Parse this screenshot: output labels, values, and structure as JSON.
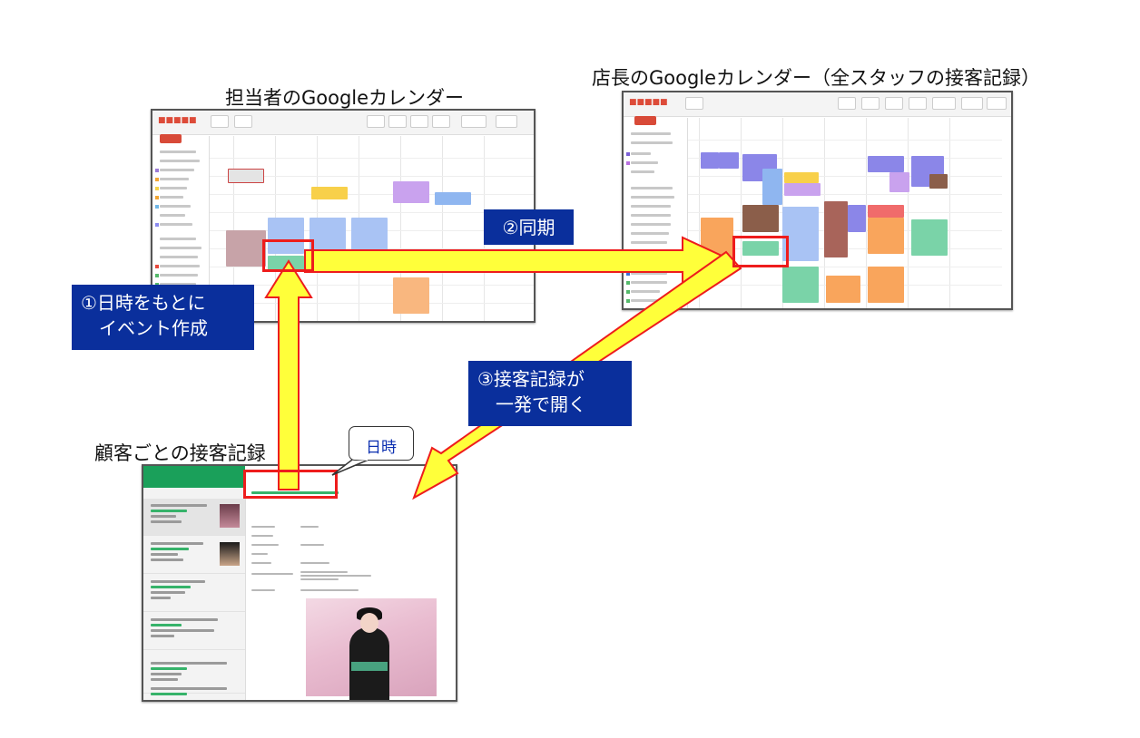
{
  "titles": {
    "staff_calendar": "担当者のGoogleカレンダー",
    "manager_calendar": "店長のGoogleカレンダー（全スタッフの接客記録）",
    "customer_records": "顧客ごとの接客記録"
  },
  "steps": {
    "step1": "①日時をもとに\n　イベント作成",
    "step2": "②同期",
    "step3": "③接客記録が\n　一発で開く"
  },
  "callout": {
    "text": "日時"
  },
  "colors": {
    "label_bg": "#0a2f9c",
    "arrow_fill": "#ffff3a",
    "arrow_stroke": "#ee1c1c",
    "highlight": "#ee1c1c",
    "app_green": "#1aa05a"
  }
}
